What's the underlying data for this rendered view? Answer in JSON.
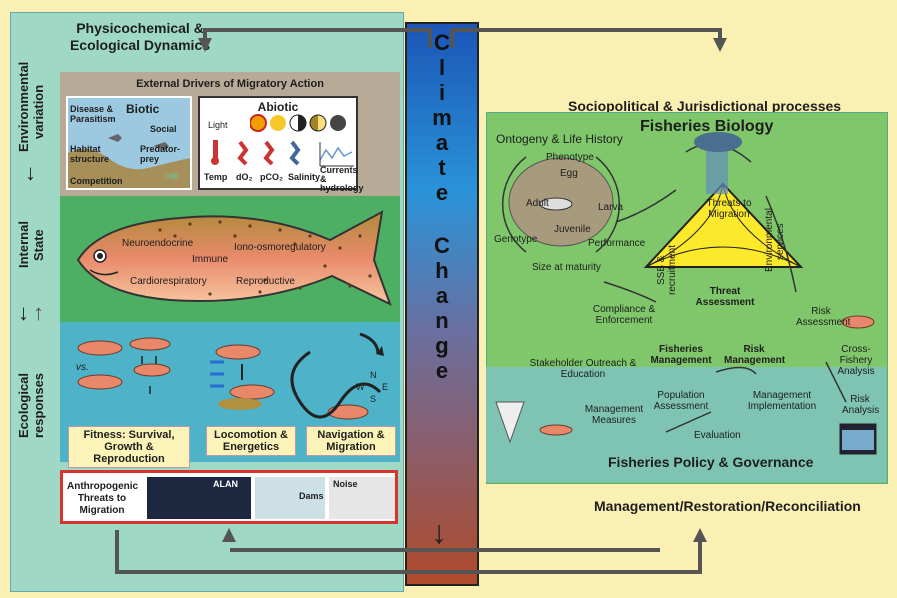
{
  "left": {
    "title_line1": "Physicochemical &",
    "title_line2": "Ecological Dynamics",
    "side_labels": [
      "Environmental variation",
      "Internal State",
      "Ecological responses"
    ],
    "drivers_title": "External Drivers of Migratory Action",
    "biotic": {
      "title": "Biotic",
      "items": [
        "Disease & Parasitism",
        "Social",
        "Habitat structure",
        "Predator-prey",
        "Competition"
      ]
    },
    "abiotic": {
      "title": "Abiotic",
      "items": [
        "Light",
        "Temp",
        "dO₂",
        "pCO₂",
        "Salinity",
        "Currents & hydrology"
      ]
    },
    "internal": [
      "Neuroendocrine",
      "Immune",
      "Iono-osmoregulatory",
      "Cardiorespiratory",
      "Reproductive"
    ],
    "vs_label": "vs.",
    "responses": [
      "Fitness: Survival, Growth & Reproduction",
      "Locomotion & Energetics",
      "Navigation & Migration"
    ],
    "compass": [
      "N",
      "W",
      "E",
      "S"
    ],
    "threats": {
      "title": "Anthropogenic Threats to Migration",
      "items": [
        "ALAN",
        "Dams",
        "Noise"
      ]
    }
  },
  "climate": {
    "letters_top": [
      "C",
      "l",
      "i",
      "m",
      "a",
      "t",
      "e"
    ],
    "letters_bottom": [
      "C",
      "h",
      "a",
      "n",
      "g",
      "e"
    ]
  },
  "right": {
    "sociopolitical": "Sociopolitical & Jurisdictional processes",
    "fisheries_biology": "Fisheries Biology",
    "ontogeny": "Ontogeny & Life History",
    "phenotype": "Phenotype",
    "genotype": "Genotype",
    "performance": "Performance",
    "life_stages": [
      "Egg",
      "Larva",
      "Juvenile",
      "Adult"
    ],
    "size_at_maturity": "Size at maturity",
    "threats_to_migration": "Threats to Migration",
    "env_services": "Environmental services",
    "ssb": "SSB & recruitment",
    "compliance": "Compliance & Enforcement",
    "triangle": [
      "Threat Assessment",
      "Fisheries Management",
      "Risk Management"
    ],
    "risk_assessment": "Risk Assessment",
    "cross_fishery": "Cross-Fishery Analysis",
    "stakeholder": "Stakeholder Outreach & Education",
    "population": "Population Assessment",
    "mgmt_impl": "Management Implementation",
    "mgmt_measures": "Management Measures",
    "evaluation": "Evaluation",
    "risk_analysis": "Risk Analysis",
    "policy": "Fisheries Policy & Governance",
    "management_footer": "Management/Restoration/Reconciliation"
  },
  "colors": {
    "background": "#fbf0b4",
    "left_panel": "#9fd9c6",
    "fish_band": "#4caf63",
    "response_band": "#4eb2c9",
    "threat_border": "#d9342b",
    "triangle": "#fde92b",
    "right_panel": "#7fc76a"
  }
}
